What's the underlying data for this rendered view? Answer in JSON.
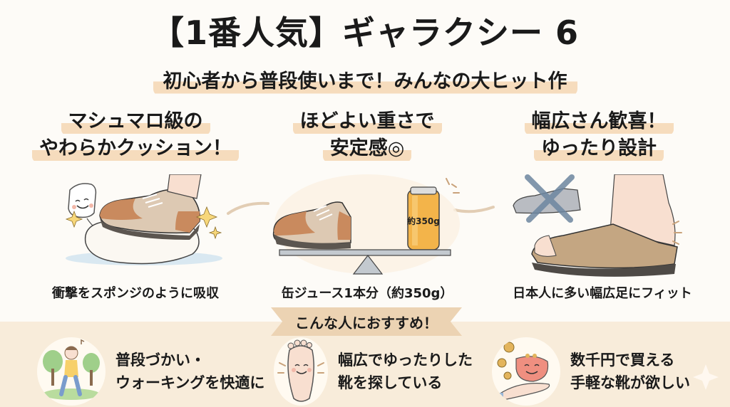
{
  "header": {
    "title": "【1番人気】ギャラクシー 6",
    "subtitle": "初心者から普段使いまで！みんなの大ヒット作"
  },
  "features": [
    {
      "heading_line1": "マシュマロ級の",
      "heading_line2": "やわらかクッション！",
      "caption": "衝撃をスポンジのように吸収",
      "illustration": "shoe-on-marshmallow-cushion"
    },
    {
      "heading_line1": "ほどよい重さで",
      "heading_line2": "安定感◎",
      "caption": "缶ジュース1本分（約350g）",
      "illustration": "shoe-vs-can-balance-scale",
      "can_label": "約350g"
    },
    {
      "heading_line1": "幅広さん歓喜！",
      "heading_line2": "ゆったり設計",
      "caption": "日本人に多い幅広足にフィット",
      "illustration": "wide-foot-sandal"
    }
  ],
  "recommend": {
    "ribbon_label": "こんな人におすすめ！",
    "items": [
      {
        "line1": "普段づかい・",
        "line2": "ウォーキングを快適に",
        "icon": "walking-woman-icon"
      },
      {
        "line1": "幅広でゆったりした",
        "line2": "靴を探している",
        "icon": "smiling-foot-icon"
      },
      {
        "line1": "数千円で買える",
        "line2": "手軽な靴が欲しい",
        "icon": "coin-purse-hand-icon"
      }
    ]
  },
  "colors": {
    "highlight": "#f6dcbd",
    "band": "#f8ecda",
    "ribbon": "#ecd3b3",
    "shoe_brown": "#c98a5e",
    "shoe_beige": "#ddc9b3",
    "sole": "#5c5650"
  }
}
